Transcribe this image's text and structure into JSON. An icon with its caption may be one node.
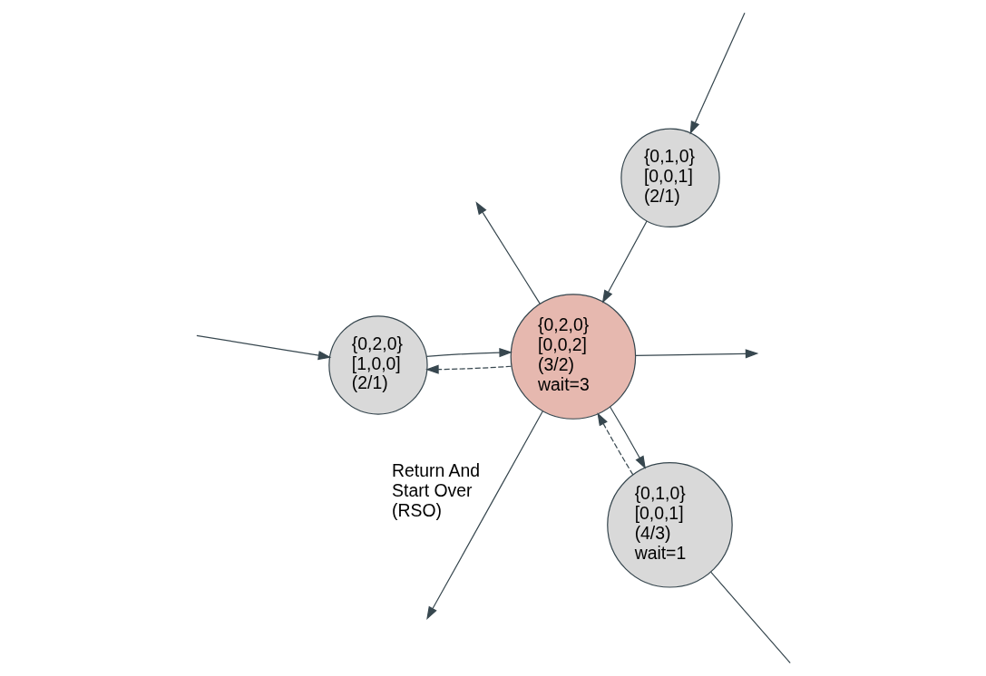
{
  "diagram": {
    "nodes": [
      {
        "text": [
          "{0,1,0} [0,0,1] (2/1)"
        ]
      },
      {
        "text": [
          "{0,2,0} [0,0,2] (3/2) wait=3"
        ]
      },
      {
        "text": [
          "{0,2,0} [1,0,0] (2/1)"
        ]
      },
      {
        "text": [
          "{0,1,0} [0,0,1] (4/3) wait=1"
        ]
      }
    ],
    "edges": [
      {
        "from": null,
        "to": 0,
        "arrow": "to"
      },
      {
        "from": 0,
        "to": 1,
        "arrow": "to"
      },
      {
        "from": 1,
        "to": null,
        "arrow": "to",
        "label": "Return And Start Over (RSO)"
      },
      {
        "from": 1,
        "to": null,
        "arrow": "to"
      },
      {
        "from": 1,
        "to": null,
        "arrow": "to"
      },
      {
        "from": 2,
        "to": 1,
        "arrow": "to"
      },
      {
        "from": 1,
        "to": 2,
        "arrow": "to",
        "style": "dashed"
      },
      {
        "from": 1,
        "to": 3,
        "arrow": "to"
      },
      {
        "from": 3,
        "to": 1,
        "arrow": "to",
        "style": "dashed"
      },
      {
        "from": null,
        "to": 2,
        "arrow": "to"
      },
      {
        "from": 3,
        "to": null,
        "arrow": "none"
      }
    ]
  }
}
